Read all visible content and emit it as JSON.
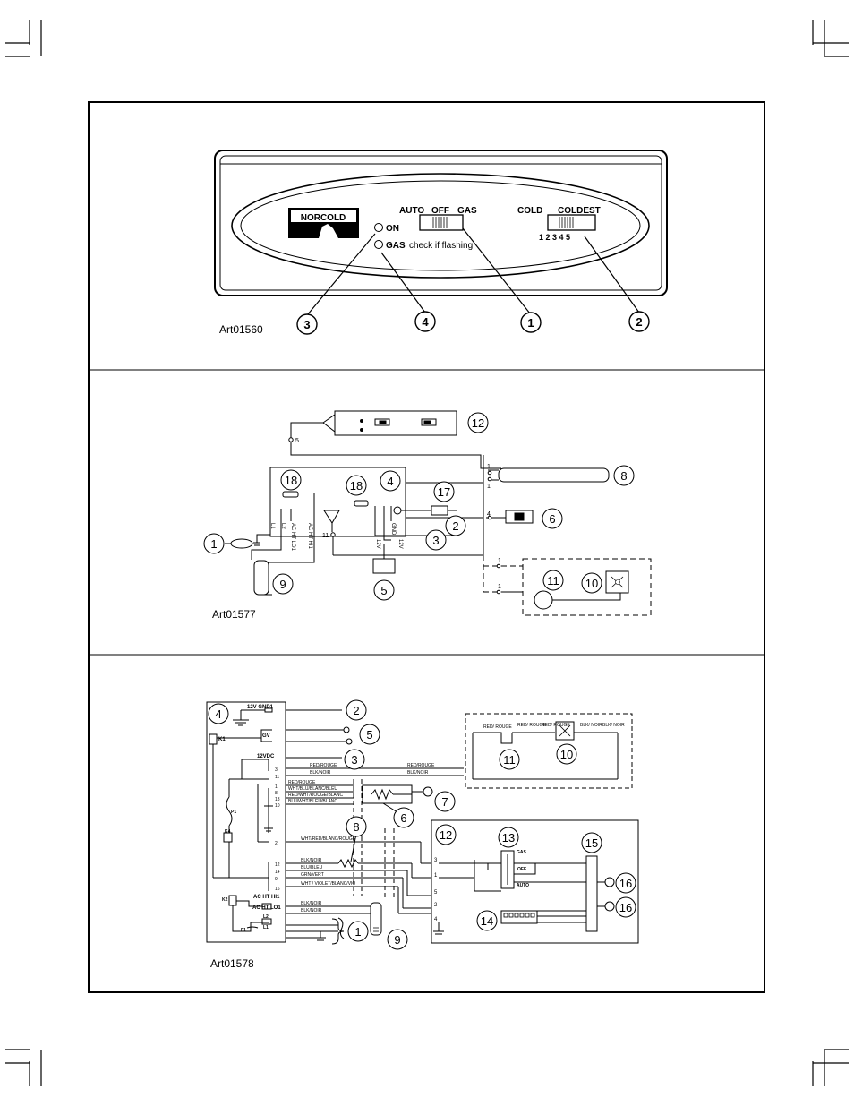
{
  "panel1": {
    "brand": "NORCOLD",
    "on_label": "ON",
    "gas_label": "GAS",
    "gas_note": "check if flashing",
    "mode_auto": "AUTO",
    "mode_off": "OFF",
    "mode_gas": "GAS",
    "temp_cold": "COLD",
    "temp_coldest": "COLDEST",
    "temp_scale": "1 2 3 4 5",
    "callouts": [
      "3",
      "4",
      "1",
      "2"
    ],
    "art_id": "Art01560"
  },
  "panel2": {
    "art_id": "Art01577",
    "callouts": [
      "12",
      "8",
      "18",
      "18",
      "4",
      "17",
      "6",
      "2",
      "3",
      "1",
      "9",
      "5",
      "11",
      "10"
    ],
    "pin_labels": [
      "5",
      "1",
      "1",
      "4",
      "1",
      "1",
      "11"
    ],
    "wire_labels": [
      "L1",
      "L2",
      "AC HT LO1",
      "AC HT HI1",
      "12V",
      "GND",
      "12V"
    ]
  },
  "panel3": {
    "art_id": "Art01578",
    "callouts": [
      "4",
      "2",
      "5",
      "3",
      "11",
      "10",
      "7",
      "6",
      "8",
      "12",
      "13",
      "15",
      "16",
      "16",
      "14",
      "1",
      "9"
    ],
    "board_labels": [
      "12V GND1",
      "K1",
      "GV",
      "12VDC",
      "P1",
      "K4",
      "K2",
      "AC HT HI1",
      "AC HT LO1",
      "L2",
      "L1",
      "F1"
    ],
    "board_pins": [
      "3",
      "11",
      "1",
      "8",
      "13",
      "10",
      "2",
      "12",
      "14",
      "9",
      "16"
    ],
    "wire_labels": [
      "RED/ROUGE",
      "BLK/NOIR",
      "RED/ROUGE",
      "WHT/BLU/BLANC/BLEU",
      "RED/WHT/ROUGE/BLANC",
      "BLU/WHT/BLEU/BLANC",
      "WHT/RED/BLANC/ROUGE",
      "BLK/NOIR",
      "BLU/BLEU",
      "GRN/VERT",
      "WHT / VIOLET/BLANC/VIO",
      "BLK/NOIR",
      "BLK/NOIR"
    ],
    "fan_labels": [
      "RED/ ROUGE",
      "RED/ ROUGE",
      "RED/ ROUGE",
      "BLK/ NOIR",
      "BLK/ NOIR",
      "RED/ROUGE",
      "BLK/NOIR"
    ],
    "switch_labels": [
      "GAS",
      "OFF",
      "AUTO"
    ],
    "terminal_pins": [
      "3",
      "1",
      "5",
      "2",
      "4"
    ]
  }
}
